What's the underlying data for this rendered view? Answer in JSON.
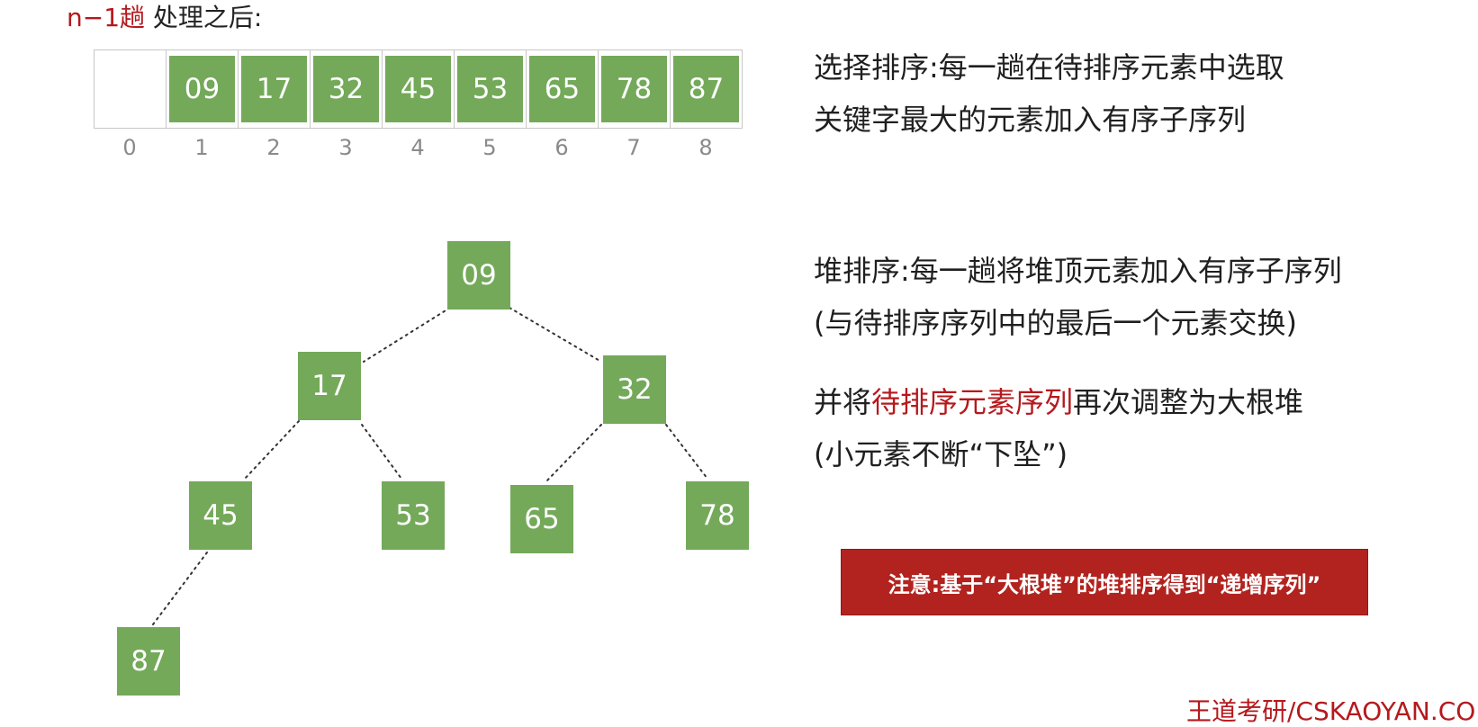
{
  "title": {
    "highlight": "n−1趟",
    "rest": " 处理之后:"
  },
  "array": {
    "cells": [
      "",
      "09",
      "17",
      "32",
      "45",
      "53",
      "65",
      "78",
      "87"
    ],
    "indices": [
      "0",
      "1",
      "2",
      "3",
      "4",
      "5",
      "6",
      "7",
      "8"
    ]
  },
  "tree": {
    "nodes": [
      "09",
      "17",
      "32",
      "45",
      "53",
      "65",
      "78",
      "87"
    ]
  },
  "selection_sort": {
    "line1": "选择排序:每一趟在待排序元素中选取",
    "line2": "关键字最大的元素加入有序子序列"
  },
  "heap_sort": {
    "line1": "堆排序:每一趟将堆顶元素加入有序子序列",
    "line2": "(与待排序序列中的最后一个元素交换)"
  },
  "adjust": {
    "prefix": "并将",
    "highlight": "待排序元素序列",
    "suffix": "再次调整为大根堆",
    "line2": "(小元素不断“下坠”)"
  },
  "note": {
    "text": "注意:基于“大根堆”的堆排序得到“递增序列”"
  },
  "footer": {
    "text": "王道考研/CSKAOYAN.CO"
  },
  "colors": {
    "node_green": "#74a95a",
    "accent_red": "#b5191d",
    "note_bg": "#b2231f"
  }
}
